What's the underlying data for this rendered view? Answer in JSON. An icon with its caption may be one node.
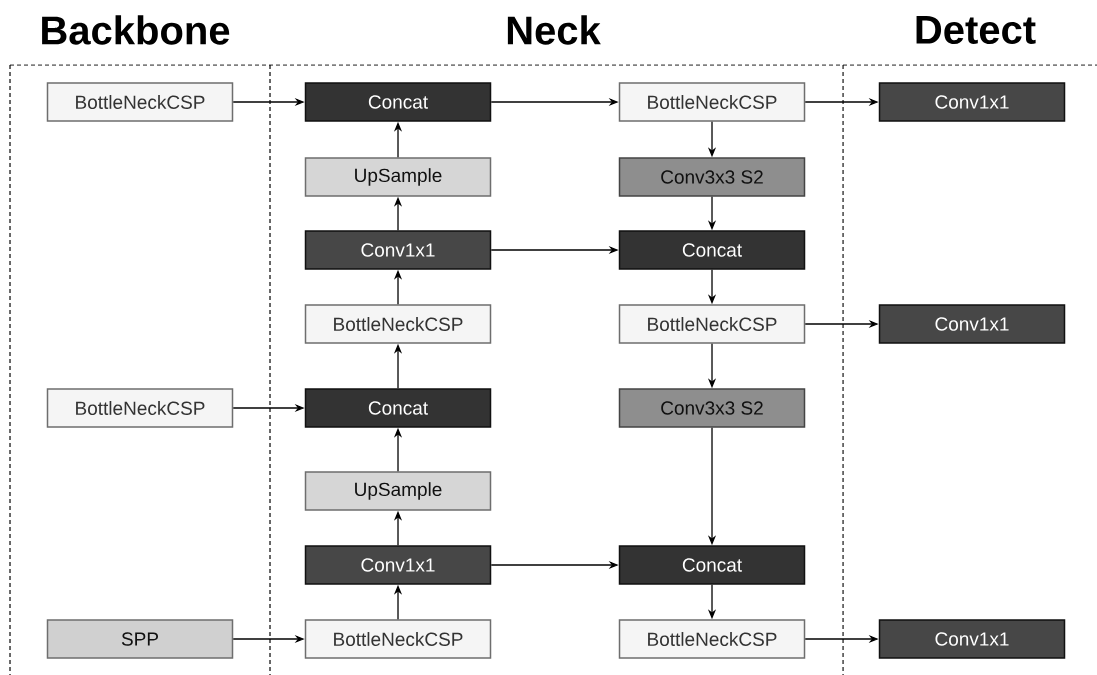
{
  "diagram": {
    "nodes": [
      {
        "text": [
          "BottleNeckCSP"
        ]
      },
      {
        "text": [
          "BottleNeckCSP"
        ]
      },
      {
        "text": [
          "SPP"
        ]
      },
      {
        "text": [
          "Concat"
        ]
      },
      {
        "text": [
          "UpSample"
        ]
      },
      {
        "text": [
          "Conv1x1"
        ]
      },
      {
        "text": [
          "BottleNeckCSP"
        ]
      },
      {
        "text": [
          "Concat"
        ]
      },
      {
        "text": [
          "UpSample"
        ]
      },
      {
        "text": [
          "Conv1x1"
        ]
      },
      {
        "text": [
          "BottleNeckCSP"
        ]
      },
      {
        "text": [
          "BottleNeckCSP"
        ]
      },
      {
        "text": [
          "Conv3x3 S2"
        ]
      },
      {
        "text": [
          "Concat"
        ]
      },
      {
        "text": [
          "BottleNeckCSP"
        ]
      },
      {
        "text": [
          "Conv3x3 S2"
        ]
      },
      {
        "text": [
          "Concat"
        ]
      },
      {
        "text": [
          "BottleNeckCSP"
        ]
      },
      {
        "text": [
          "Conv1x1"
        ]
      },
      {
        "text": [
          "Conv1x1"
        ]
      },
      {
        "text": [
          "Conv1x1"
        ]
      }
    ],
    "edges": [
      {
        "from": 0,
        "to": 3,
        "arrow": "to"
      },
      {
        "from": 1,
        "to": 7,
        "arrow": "to"
      },
      {
        "from": 2,
        "to": 10,
        "arrow": "to"
      },
      {
        "from": 10,
        "to": 9,
        "arrow": "to"
      },
      {
        "from": 9,
        "to": 8,
        "arrow": "to"
      },
      {
        "from": 8,
        "to": 7,
        "arrow": "to"
      },
      {
        "from": 7,
        "to": 6,
        "arrow": "to"
      },
      {
        "from": 6,
        "to": 5,
        "arrow": "to"
      },
      {
        "from": 5,
        "to": 4,
        "arrow": "to"
      },
      {
        "from": 4,
        "to": 3,
        "arrow": "to"
      },
      {
        "from": 3,
        "to": 11,
        "arrow": "to"
      },
      {
        "from": 5,
        "to": 13,
        "arrow": "to"
      },
      {
        "from": 9,
        "to": 16,
        "arrow": "to"
      },
      {
        "from": 11,
        "to": 12,
        "arrow": "to"
      },
      {
        "from": 12,
        "to": 13,
        "arrow": "to"
      },
      {
        "from": 13,
        "to": 14,
        "arrow": "to"
      },
      {
        "from": 14,
        "to": 15,
        "arrow": "to"
      },
      {
        "from": 15,
        "to": 16,
        "arrow": "to"
      },
      {
        "from": 16,
        "to": 17,
        "arrow": "to"
      },
      {
        "from": 11,
        "to": 18,
        "arrow": "to"
      },
      {
        "from": 14,
        "to": 19,
        "arrow": "to"
      },
      {
        "from": 17,
        "to": 20,
        "arrow": "to"
      }
    ],
    "labels": [
      "Backbone",
      "Neck",
      "Detect"
    ]
  }
}
